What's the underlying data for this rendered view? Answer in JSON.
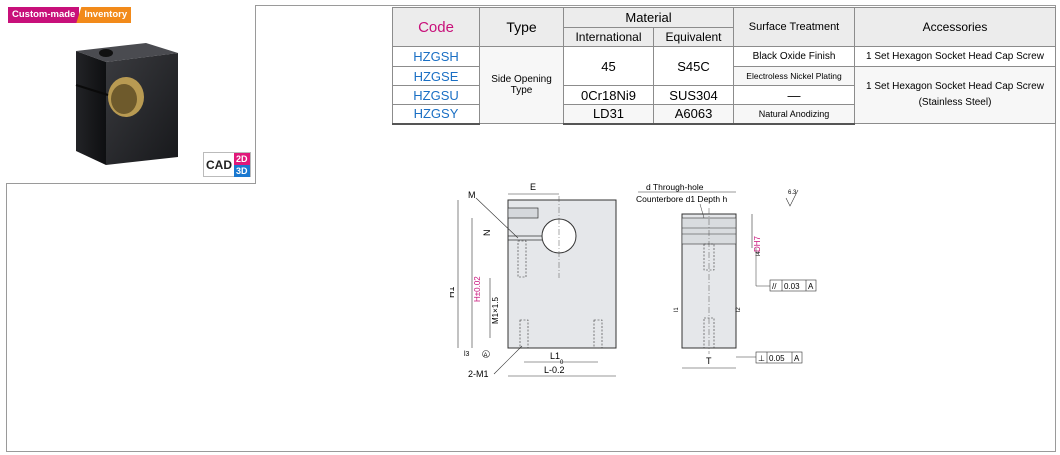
{
  "tags": {
    "custom": "Custom-made",
    "inventory": "Inventory"
  },
  "cad": {
    "label": "CAD",
    "two_d": "2D",
    "three_d": "3D"
  },
  "table": {
    "headers": {
      "code": "Code",
      "type": "Type",
      "material": "Material",
      "international": "International",
      "equivalent": "Equivalent",
      "surface": "Surface Treatment",
      "accessories": "Accessories"
    },
    "type_value": "Side Opening Type",
    "rows": [
      {
        "code": "HZGSH",
        "surface": "Black Oxide Finish",
        "accessory": "1 Set Hexagon Socket Head Cap Screw"
      },
      {
        "code": "HZGSE",
        "surface": "Electroless Nickel Plating"
      },
      {
        "code": "HZGSU",
        "international": "0Cr18Ni9",
        "equivalent": "SUS304",
        "surface": "—"
      },
      {
        "code": "HZGSY",
        "international": "LD31",
        "equivalent": "A6063",
        "surface": "Natural Anodizing"
      }
    ],
    "merged_material": {
      "international": "45",
      "equivalent": "S45C"
    },
    "merged_accessory": "1 Set Hexagon Socket Head Cap Screw (Stainless Steel)"
  },
  "drawing": {
    "labels": {
      "M": "M",
      "E": "E",
      "N": "N",
      "H1": "H1",
      "H": "H±0.02",
      "M1x15": "M1×1.5",
      "l3": "l3",
      "A": "A",
      "M1_2": "2-M1",
      "L1": "L1",
      "L": "L-0.2",
      "L_sup": "0",
      "through_hole": "d Through-hole",
      "counterbore": "Counterbore d1 Depth h",
      "D": "DH7",
      "l4": "l4",
      "l1": "l1",
      "l2": "l2",
      "T": "T",
      "parallel": "//",
      "parallel_val": "0.03",
      "perp": "⊥",
      "perp_val": "0.05",
      "datum": "A",
      "roughness": "6.3"
    }
  }
}
